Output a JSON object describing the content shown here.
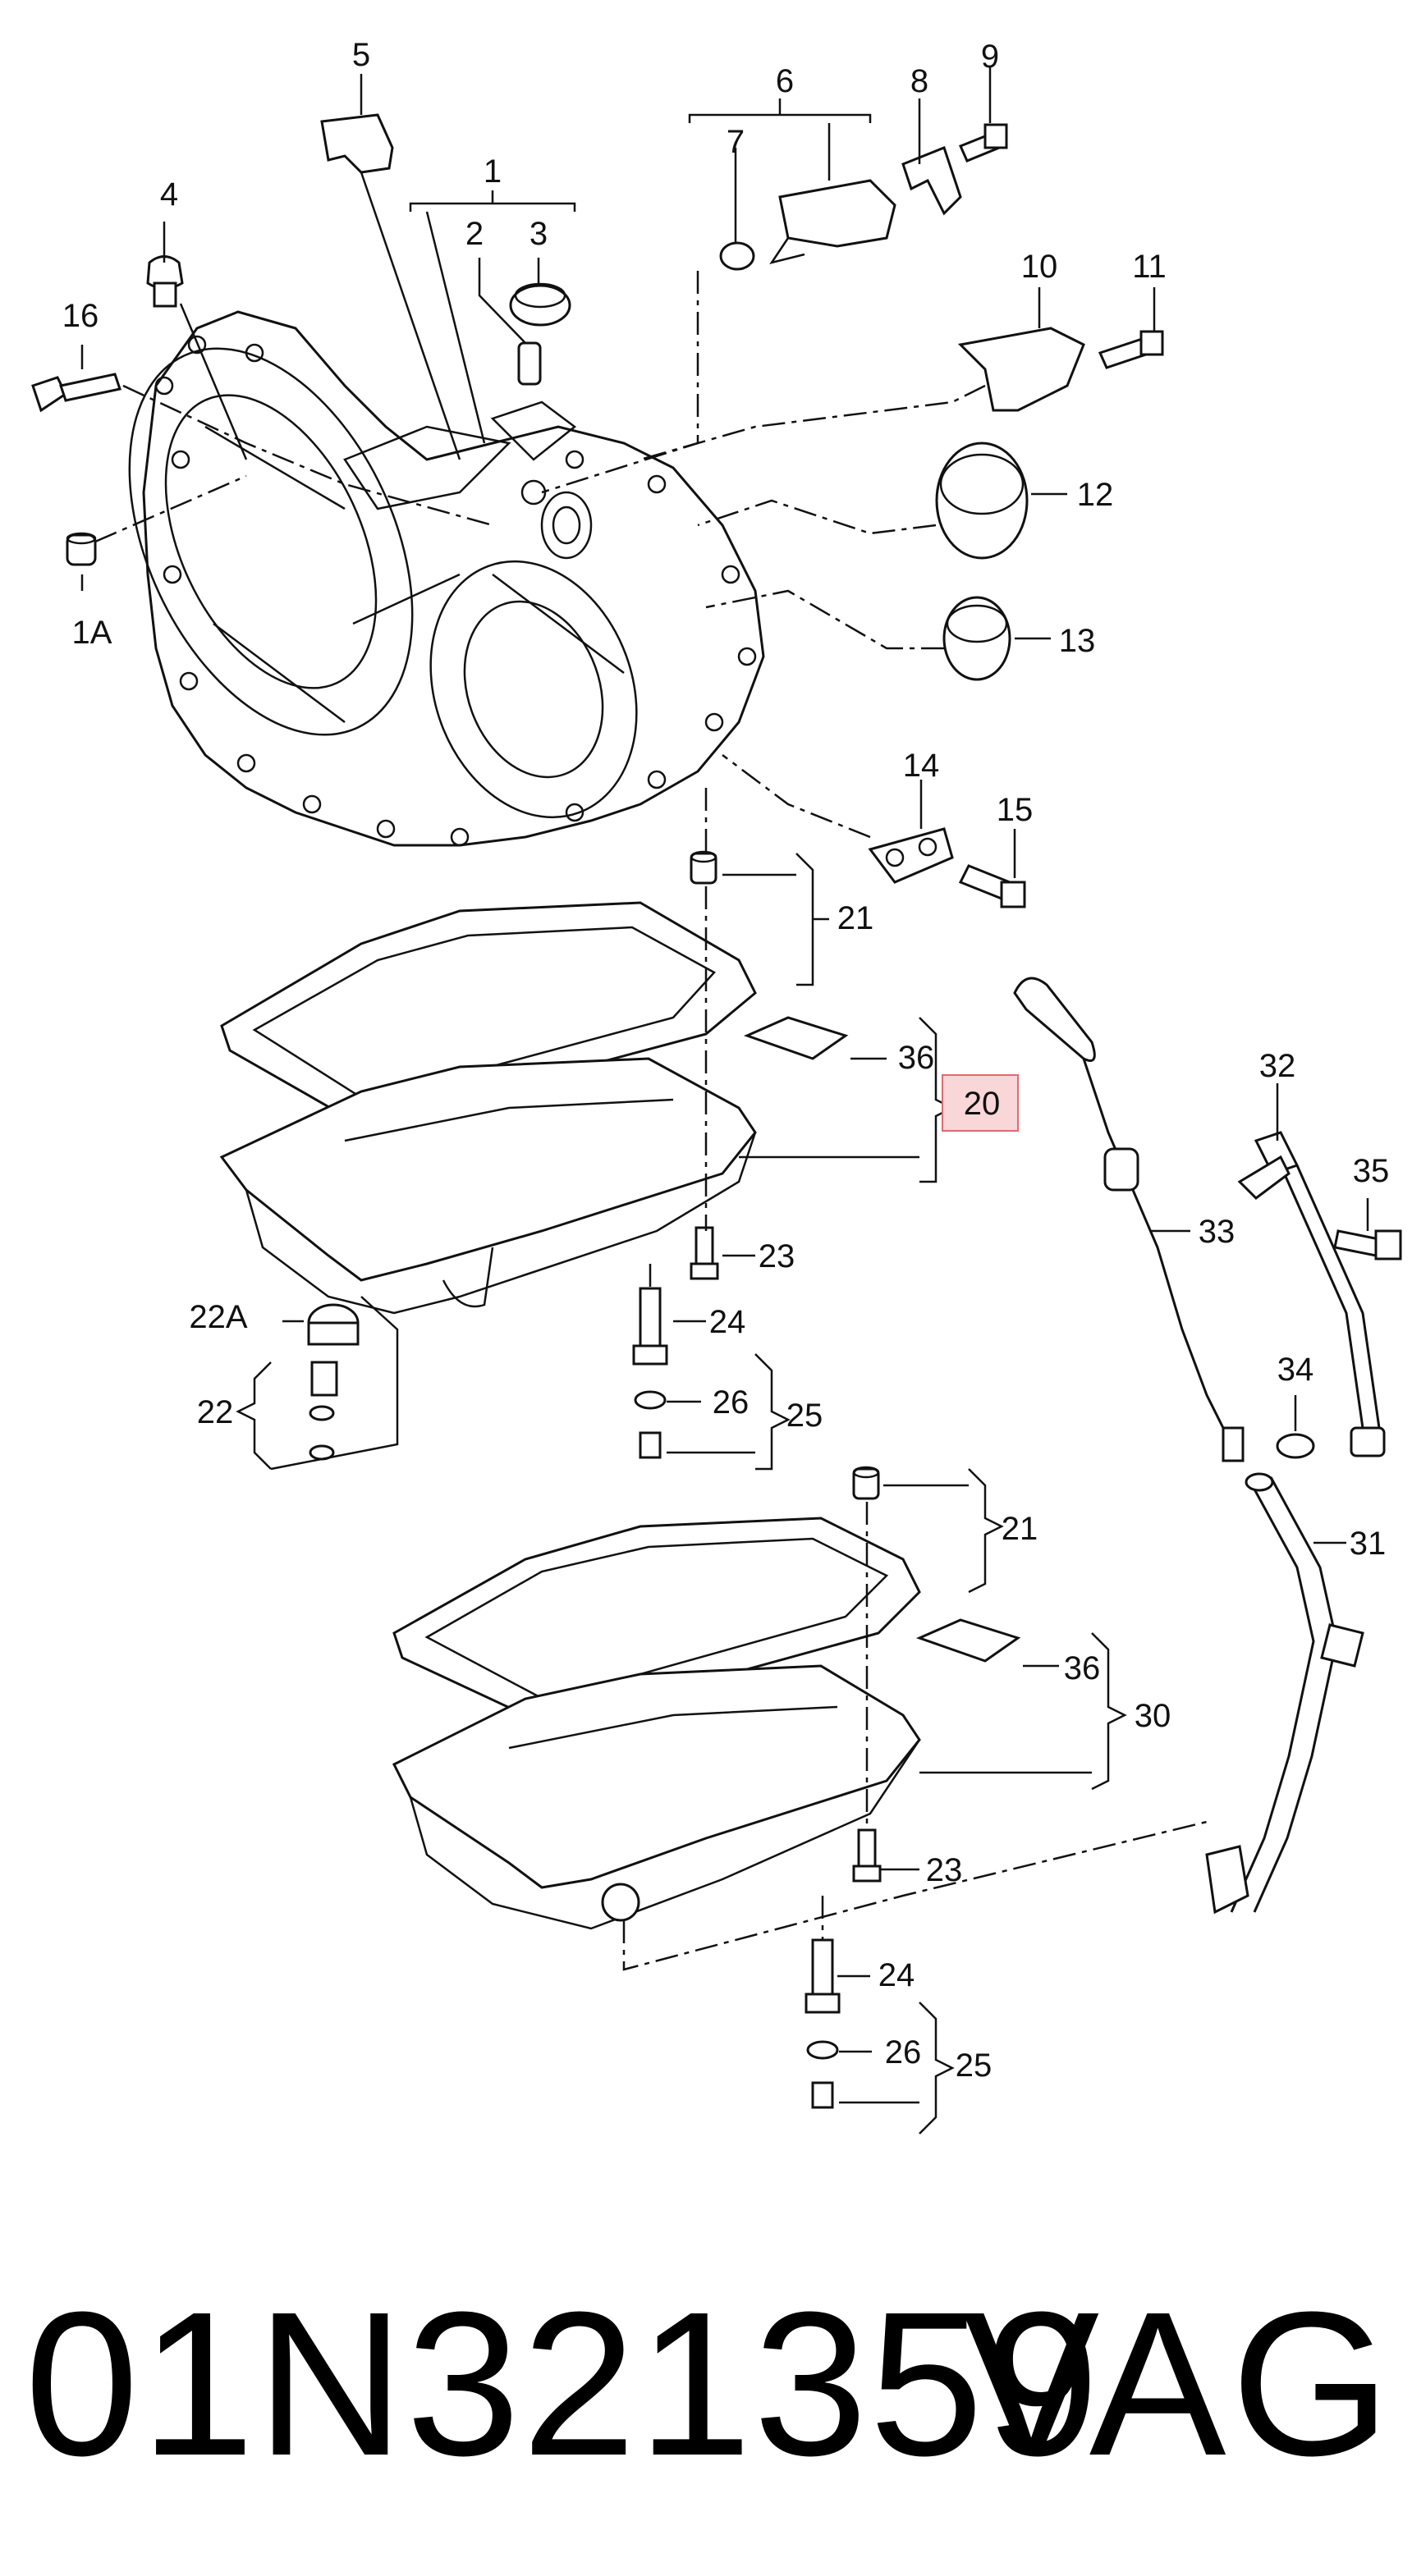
{
  "callouts": {
    "c1": "1",
    "c1A": "1A",
    "c2": "2",
    "c3": "3",
    "c4": "4",
    "c5": "5",
    "c6": "6",
    "c7": "7",
    "c8": "8",
    "c9": "9",
    "c10": "10",
    "c11": "11",
    "c12": "12",
    "c13": "13",
    "c14": "14",
    "c15": "15",
    "c16": "16",
    "c20": "20",
    "c21a": "21",
    "c21b": "21",
    "c22": "22",
    "c22A": "22A",
    "c23a": "23",
    "c23b": "23",
    "c24a": "24",
    "c24b": "24",
    "c25a": "25",
    "c25b": "25",
    "c26a": "26",
    "c26b": "26",
    "c30": "30",
    "c31": "31",
    "c32": "32",
    "c33": "33",
    "c34": "34",
    "c35": "35",
    "c36a": "36",
    "c36b": "36"
  },
  "highlight_color": "#f9d6d8",
  "highlight_border": "#e06a72",
  "footer": {
    "part_number": "01N321359",
    "brand": "VAG"
  }
}
